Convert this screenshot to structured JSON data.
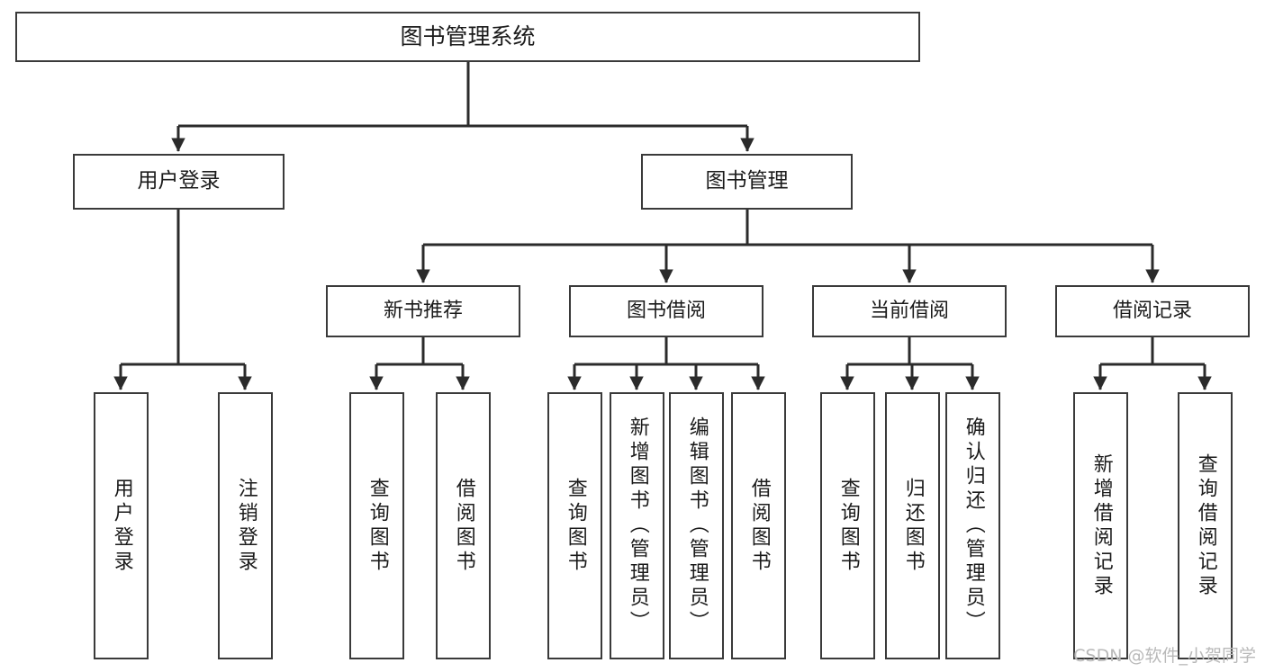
{
  "diagram": {
    "title": "图书管理系统",
    "type": "tree-hierarchy-chart",
    "colors": {
      "box_border": "#3a3a3a",
      "box_fill": "#ffffff",
      "connector": "#2b2b2b",
      "text": "#1b1b1b",
      "watermark": "#b9b9b9",
      "background": "#ffffff"
    },
    "watermark": "CSDN @软件_小贺同学",
    "nodes": {
      "root": {
        "label": "图书管理系统"
      },
      "level1": [
        {
          "id": "user-login",
          "label": "用户登录"
        },
        {
          "id": "book-management",
          "label": "图书管理"
        }
      ],
      "level2": [
        {
          "id": "new-book-recommend",
          "label": "新书推荐"
        },
        {
          "id": "book-borrow",
          "label": "图书借阅"
        },
        {
          "id": "current-borrow",
          "label": "当前借阅"
        },
        {
          "id": "borrow-record",
          "label": "借阅记录"
        }
      ],
      "leaves": {
        "user-login": [
          {
            "id": "leaf-user-login",
            "label": "用户登录"
          },
          {
            "id": "leaf-logout-login",
            "label": "注销登录"
          }
        ],
        "new-book-recommend": [
          {
            "id": "leaf-query-book-1",
            "label": "查询图书"
          },
          {
            "id": "leaf-borrow-book-1",
            "label": "借阅图书"
          }
        ],
        "book-borrow": [
          {
            "id": "leaf-query-book-2",
            "label": "查询图书"
          },
          {
            "id": "leaf-add-book",
            "label": "新增图书（管理员）"
          },
          {
            "id": "leaf-edit-book",
            "label": "编辑图书（管理员）"
          },
          {
            "id": "leaf-borrow-book-2",
            "label": "借阅图书"
          }
        ],
        "current-borrow": [
          {
            "id": "leaf-query-book-3",
            "label": "查询图书"
          },
          {
            "id": "leaf-return-book",
            "label": "归还图书"
          },
          {
            "id": "leaf-confirm-return",
            "label": "确认归还（管理员）"
          }
        ],
        "borrow-record": [
          {
            "id": "leaf-add-record",
            "label": "新增借阅记录"
          },
          {
            "id": "leaf-query-record",
            "label": "查询借阅记录"
          }
        ]
      }
    }
  }
}
